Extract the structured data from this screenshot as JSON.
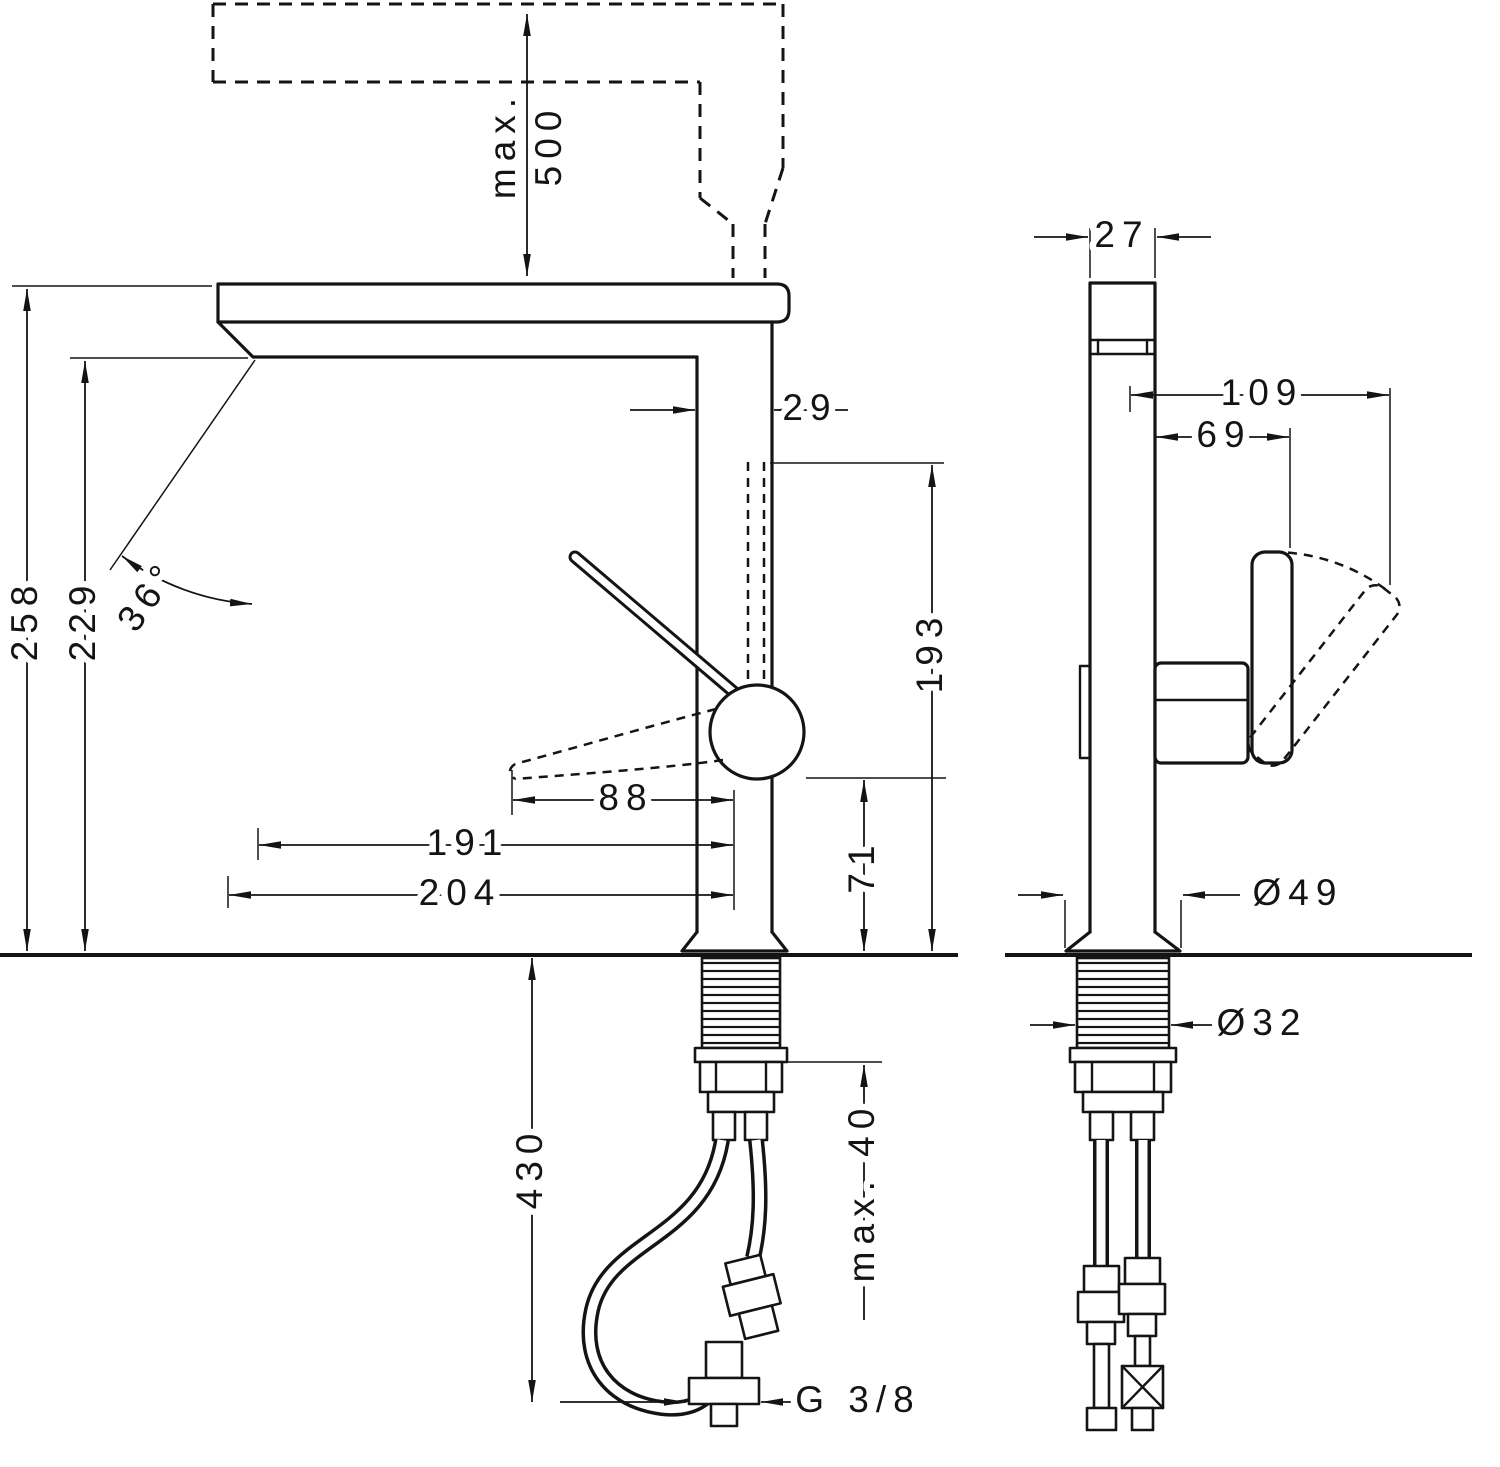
{
  "drawing": {
    "left": {
      "max_pullout_label": "max.",
      "max_pullout_value": "500",
      "total_height": "258",
      "spout_underside_height": "229",
      "swivel_angle": "36°",
      "spout_body_width": "29",
      "pullout_top_height": "193",
      "lever_reach": "88",
      "aerator_reach": "191",
      "spout_reach": "204",
      "handle_clearance": "71",
      "hose_length": "430",
      "max_mounting_thickness": "max. 40",
      "connection_thread": "G 3/8"
    },
    "right": {
      "body_depth": "27",
      "lever_swing_width": "109",
      "lever_width": "69",
      "base_diameter": "Ø49",
      "shank_diameter": "Ø32"
    }
  }
}
